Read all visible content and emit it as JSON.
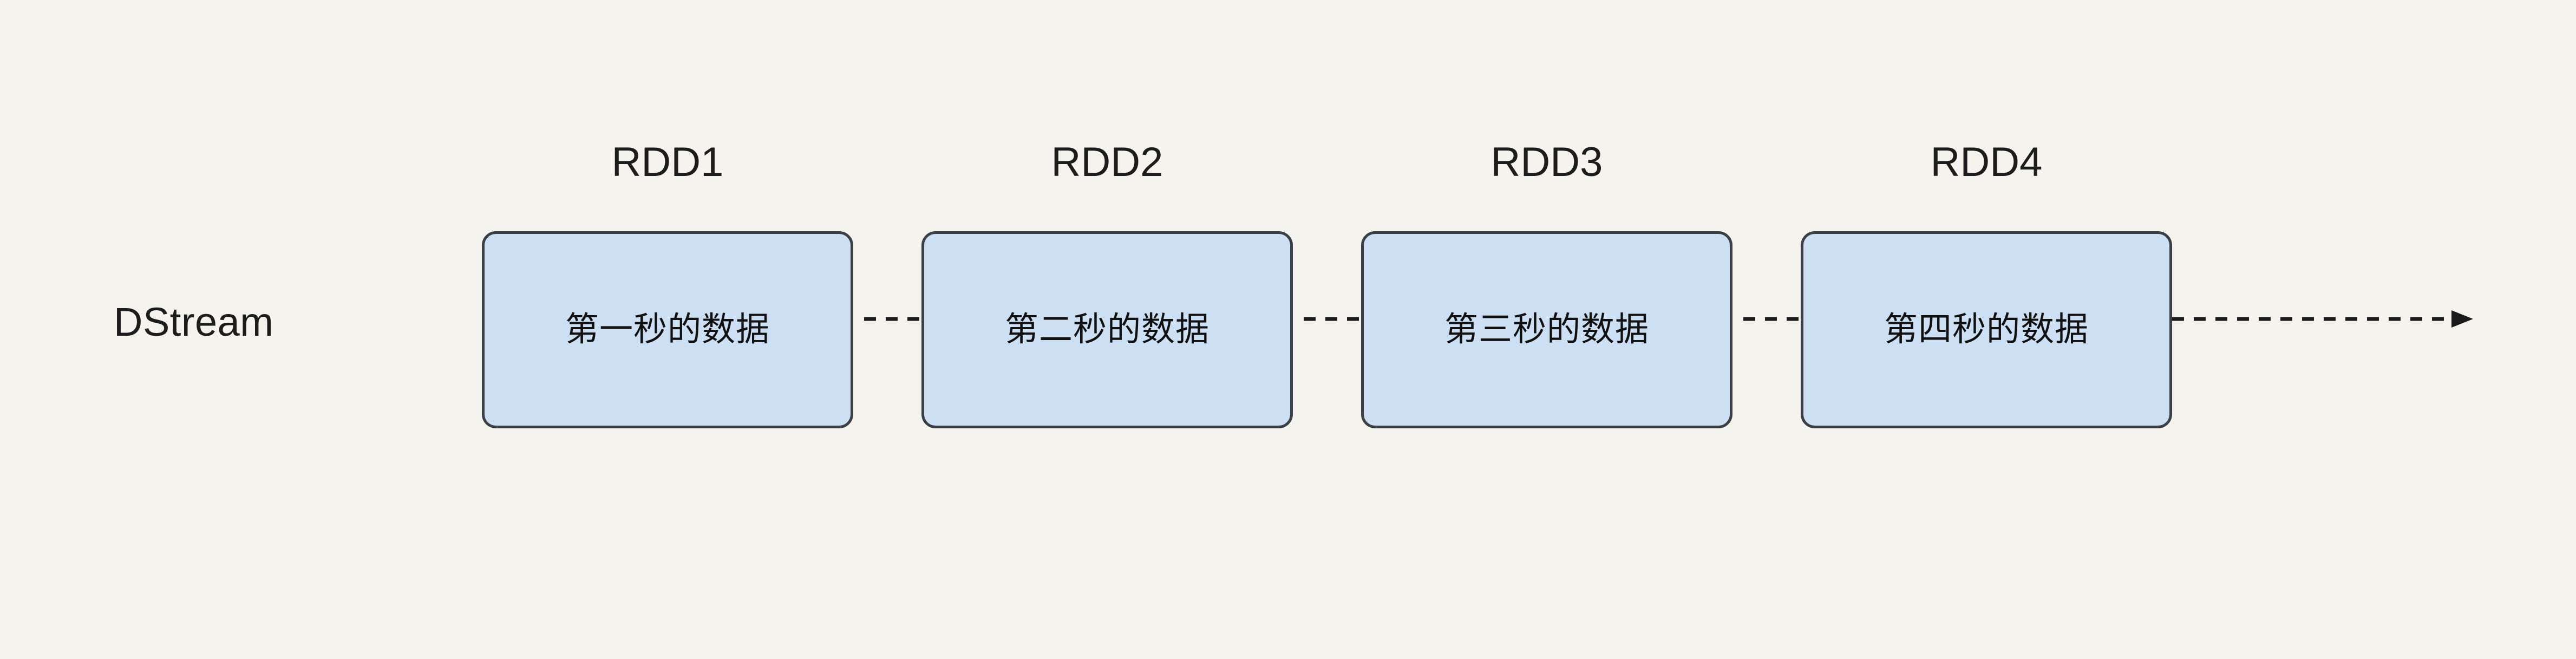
{
  "diagram": {
    "title_label": "DStream",
    "background_color": "#f4f3ee",
    "node_fill_color": "#cddff2",
    "node_border_color": "#3b3f46",
    "text_color": "#1c1c1c",
    "connector_color": "#1a1a1a",
    "connector_style": "dashed",
    "nodes": [
      {
        "caption": "RDD1",
        "text": "第一秒的数据"
      },
      {
        "caption": "RDD2",
        "text": "第二秒的数据"
      },
      {
        "caption": "RDD3",
        "text": "第三秒的数据"
      },
      {
        "caption": "RDD4",
        "text": "第四秒的数据"
      }
    ],
    "connectors": [
      {
        "name": "rdd1-to-rdd2",
        "arrowhead": false
      },
      {
        "name": "rdd2-to-rdd3",
        "arrowhead": false
      },
      {
        "name": "rdd3-to-rdd4",
        "arrowhead": false
      },
      {
        "name": "rdd4-to-continuation",
        "arrowhead": true
      }
    ]
  }
}
